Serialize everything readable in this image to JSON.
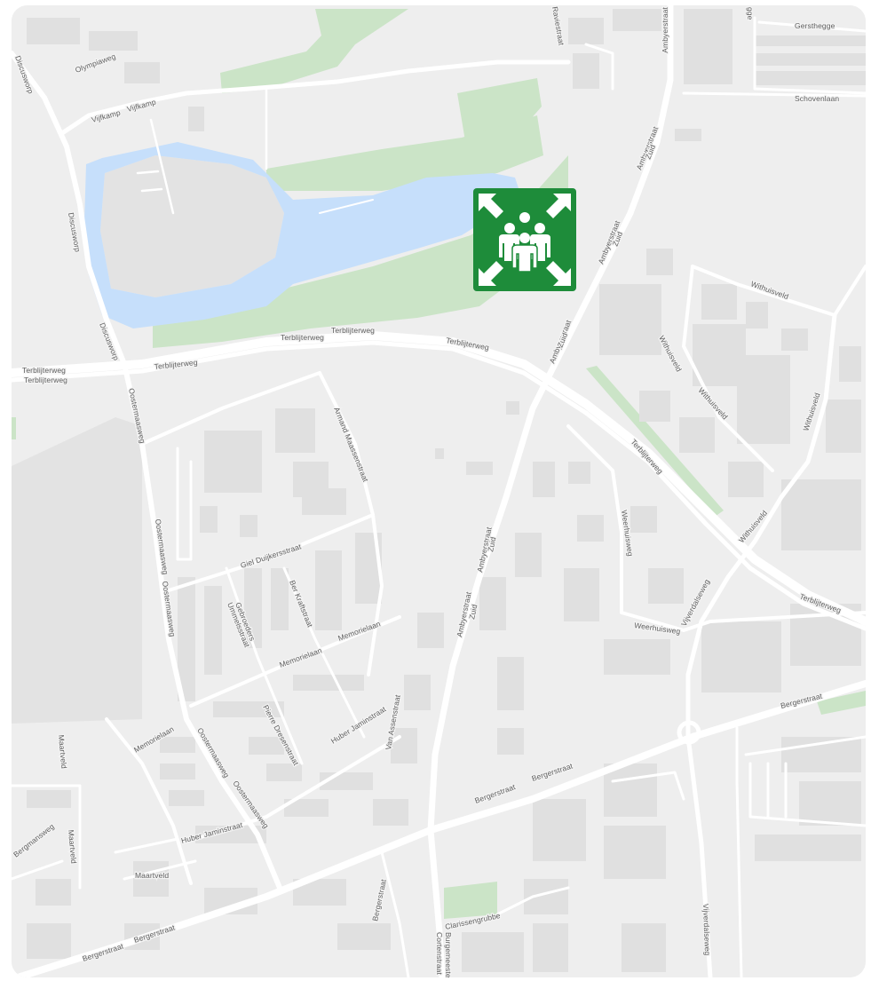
{
  "map": {
    "colors": {
      "land": "#eeeeee",
      "road": "#ffffff",
      "water": "#c6dffb",
      "park": "#cbe4c7",
      "building": "#e1e1e1",
      "marker": "#1e8c3a",
      "label": "#5f5f5f"
    },
    "marker": {
      "icon": "assembly-point-icon",
      "color": "#1e8c3a"
    },
    "labels": {
      "raviestraat": "Raviestraat",
      "ambyerstraat_zuid_top": "Ambyerstraat",
      "gersthegge": "Gersthegge",
      "gersthegge_cut": "gge",
      "schovenlaan": "Schovenlaan",
      "olympiaweg": "Olympiaweg",
      "discusworp_1": "Discusworp",
      "discusworp_2": "Discusworp",
      "discusworp_3": "Discusworp",
      "vijfkamp_1": "Vijfkamp",
      "vijfkamp_2": "Vijfkamp",
      "ambyerstraat_zuid_1a": "Ambyerstraat",
      "ambyerstraat_zuid_1b": "Zuid",
      "ambyerstraat_zuid_2a": "Ambyerstraat",
      "ambyerstraat_zuid_2b": "Zuid",
      "ambyerstraat_zuid_3a": "Ambyerstraat",
      "ambyerstraat_zuid_3b": "Zuid",
      "ambyerstraat_zuid_4a": "Ambyerstraat",
      "ambyerstraat_zuid_4b": "Zuid",
      "ambyerstraat_zuid_5a": "Ambyerstraat",
      "ambyerstraat_zuid_5b": "Zuid",
      "withuisveld_1": "Withuisveld",
      "withuisveld_2": "Withuisveld",
      "withuisveld_3": "Withuisveld",
      "withuisveld_4": "Withuisveld",
      "withuisveld_5": "Withuisveld",
      "terblijterweg_1": "Terblijterweg",
      "terblijterweg_2": "Terblijterweg",
      "terblijterweg_3": "Terblijterweg",
      "terblijterweg_4": "Terblijterweg",
      "terblijterweg_5": "Terblijterweg",
      "terblijterweg_6": "Terblijterweg",
      "terblijterweg_7": "Terblijterweg",
      "terblijterweg_8": "Terblijterweg",
      "oostermaasweg_1": "Oostermaasweg",
      "oostermaasweg_2": "Oostermaasweg",
      "oostermaasweg_3": "Oostermaasweg",
      "oostermaasweg_4": "Oostermaasweg",
      "oostermaasweg_5": "Oostermaasweg",
      "armand_maassenstraat": "Armand Maassenstraat",
      "giel_duijkersstraat": "Giel Duijkersstraat",
      "ber_kraftstraat": "Ber Kraftstraat",
      "gebroeders_1": "Gebroeders",
      "gebroeders_2": "Ummelsstraat",
      "memorielaan_1": "Memorielaan",
      "memorielaan_2": "Memorielaan",
      "memorielaan_3": "Memorielaan",
      "pierre_dressenstraat": "Pierre Dresenstraat",
      "huber_jaminstraat_1": "Huber Jaminstraat",
      "huber_jaminstraat_2": "Huber Jaminstraat",
      "van_assenstraat": "Van Assenstraat",
      "weerhuisweg_1": "Weerhuisweg",
      "weerhuisweg_2": "Weerhuisweg",
      "vijverdalseweg_1": "Vijverdalseweg",
      "vijverdalseweg_2": "Vijverdalseweg",
      "bergerstraat_1": "Bergerstraat",
      "bergerstraat_2": "Bergerstraat",
      "bergerstraat_3": "Bergerstraat",
      "bergerstraat_4": "Bergerstraat",
      "bergerstraat_5": "Bergerstraat",
      "bergerstraat_6": "Bergerstraat",
      "maartveld_1": "Maartveld",
      "maartveld_2": "Maartveld",
      "maartveld_3": "Maartveld",
      "bergmansweg": "Bergmansweg",
      "clarissengrubbe": "Clarissengrubbe",
      "burgemeester_1": "Burgemeester",
      "burgemeester_2": "Cortenstraat"
    }
  }
}
